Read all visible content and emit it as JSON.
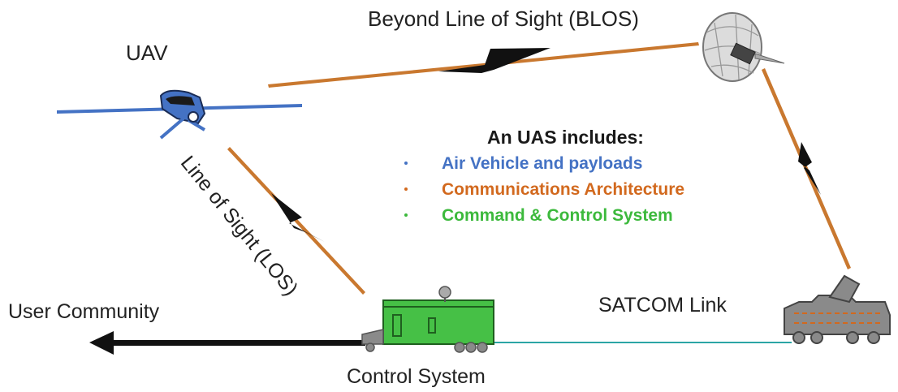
{
  "labels": {
    "uav": "UAV",
    "blos": "Beyond Line of Sight (BLOS)",
    "los": "Line of Sight (LOS)",
    "user_community": "User Community",
    "satcom_link": "SATCOM Link",
    "control_system": "Control System"
  },
  "legend": {
    "title": "An UAS includes:",
    "items": [
      {
        "text": "Air Vehicle and payloads",
        "color": "#4472c4"
      },
      {
        "text": "Communications Architecture",
        "color": "#d2691e"
      },
      {
        "text": "Command & Control System",
        "color": "#3cb93c"
      }
    ]
  },
  "icons": [
    "uav-icon",
    "satellite-icon",
    "ground-station-icon",
    "satcom-terminal-icon",
    "arrow-left-icon"
  ],
  "colors": {
    "air_vehicle": "#4472c4",
    "comms_link": "#c9782f",
    "lightning": "#111111",
    "control_system": "#46c046",
    "ground_link": "#2ba5a5",
    "satcom_terminal": "#8a8a8a"
  }
}
